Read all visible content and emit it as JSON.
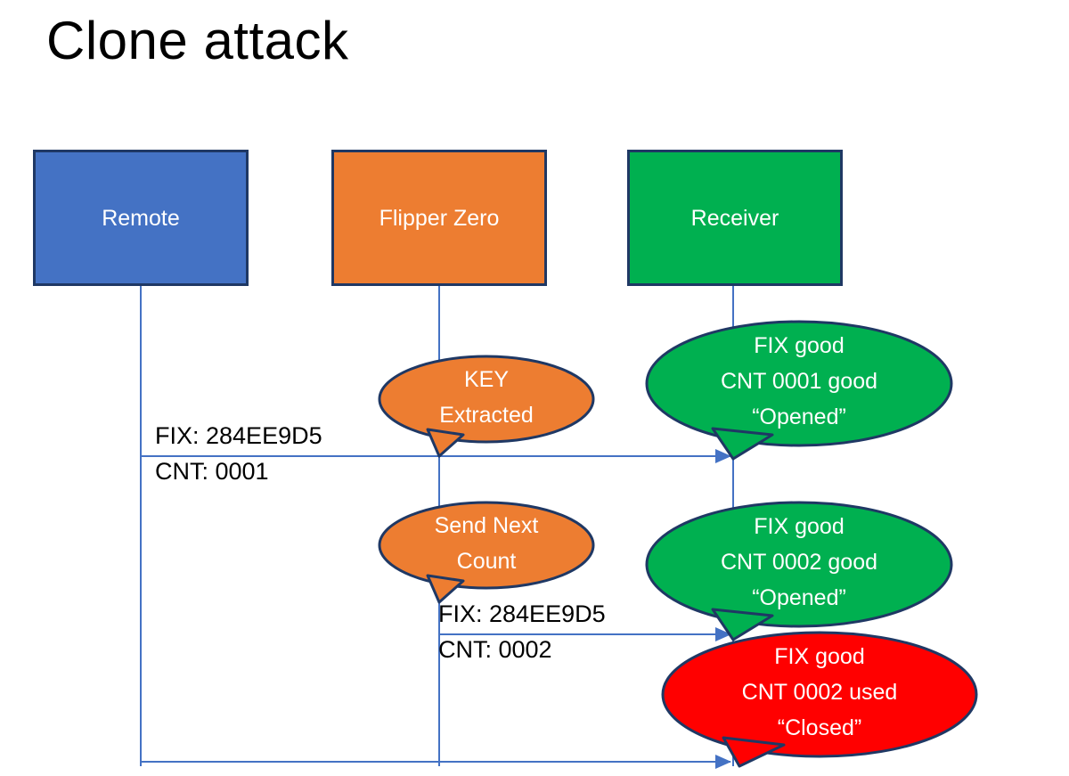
{
  "slide": {
    "title": "Clone attack",
    "background": "#ffffff"
  },
  "colors": {
    "remote_blue": "#4472C4",
    "flipper_orange": "#ED7D31",
    "receiver_green": "#00B050",
    "error_red": "#FF0000",
    "outline_navy": "#1F3864",
    "connector_blue": "#4472C4",
    "text_black": "#000000",
    "text_white": "#FFFFFF"
  },
  "actors": [
    {
      "id": "remote",
      "label": "Remote",
      "color": "#4472C4"
    },
    {
      "id": "flipper",
      "label": "Flipper Zero",
      "color": "#ED7D31"
    },
    {
      "id": "receiver",
      "label": "Receiver",
      "color": "#00B050"
    }
  ],
  "callouts": [
    {
      "id": "key-extracted",
      "color": "#ED7D31",
      "lines": [
        "KEY",
        "Extracted"
      ]
    },
    {
      "id": "send-next-count",
      "color": "#ED7D31",
      "lines": [
        "Send Next",
        "Count"
      ]
    },
    {
      "id": "fix-good-0001",
      "color": "#00B050",
      "lines": [
        "FIX good",
        "CNT 0001 good",
        "“Opened”"
      ]
    },
    {
      "id": "fix-good-0002",
      "color": "#00B050",
      "lines": [
        "FIX good",
        "CNT 0002 good",
        "“Opened”"
      ]
    },
    {
      "id": "fix-used-0002",
      "color": "#FF0000",
      "lines": [
        "FIX good",
        "CNT 0002 used",
        "“Closed”"
      ]
    }
  ],
  "messages": [
    {
      "id": "message-1",
      "from": "remote",
      "to": "receiver",
      "fix_label": "FIX: 284EE9D5",
      "cnt_label": "CNT: 0001"
    },
    {
      "id": "message-2",
      "from": "flipper",
      "to": "receiver",
      "fix_label": "FIX: 284EE9D5",
      "cnt_label": "CNT: 0002"
    },
    {
      "id": "message-3",
      "from": "remote",
      "to": "receiver",
      "fix_label": "",
      "cnt_label": ""
    }
  ]
}
